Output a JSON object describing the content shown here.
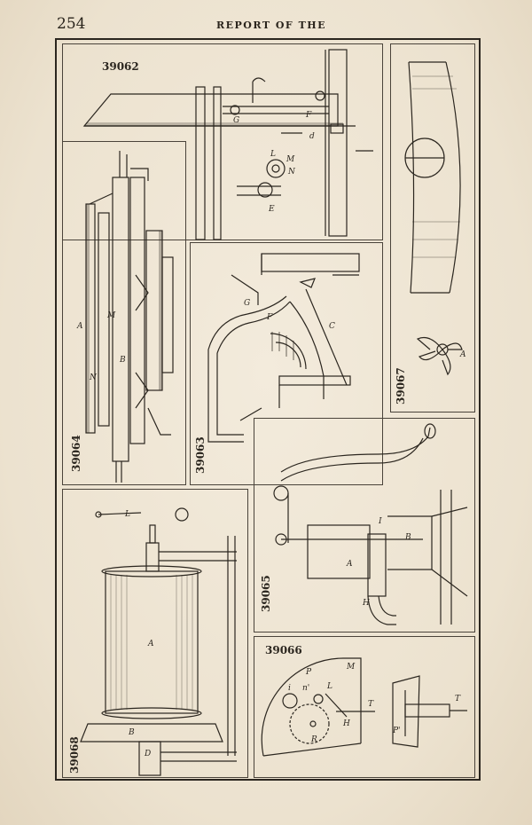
{
  "header": {
    "page_number": "254",
    "running_title": "REPORT OF THE"
  },
  "figures": [
    {
      "id": "39062",
      "letters": [
        "G",
        "F",
        "d",
        "L",
        "M",
        "N",
        "E"
      ]
    },
    {
      "id": "39064",
      "letters": [
        "A",
        "M",
        "N",
        "B"
      ]
    },
    {
      "id": "39063",
      "letters": [
        "G",
        "F",
        "C"
      ]
    },
    {
      "id": "39067",
      "letters": [
        "A"
      ]
    },
    {
      "id": "39065",
      "letters": [
        "A",
        "I",
        "B",
        "H"
      ]
    },
    {
      "id": "39068",
      "letters": [
        "L",
        "A",
        "B",
        "D"
      ]
    },
    {
      "id": "39066",
      "letters": [
        "P",
        "M",
        "i",
        "n'",
        "R",
        "L",
        "H",
        "T",
        "T",
        "P'"
      ]
    }
  ],
  "colors": {
    "paper": "#efe6d6",
    "ink": "#2b261f"
  }
}
